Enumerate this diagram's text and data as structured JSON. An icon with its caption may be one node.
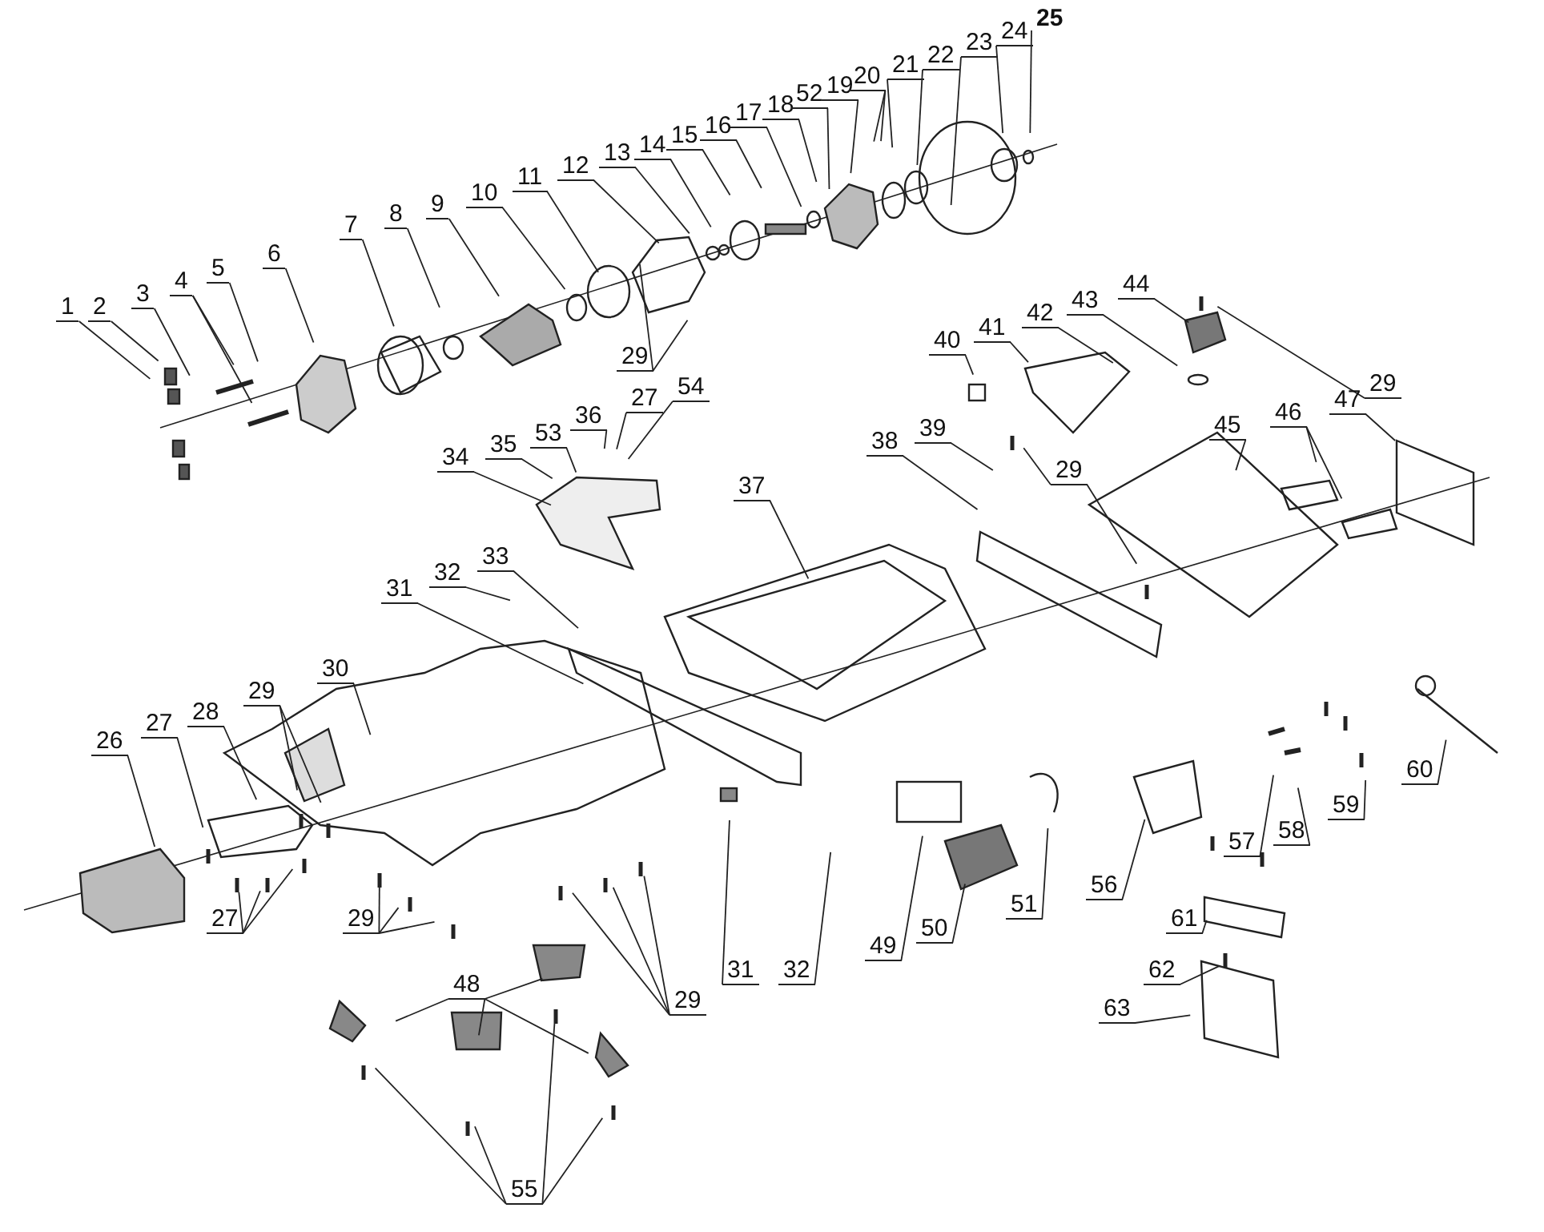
{
  "diagram": {
    "nodes": [
      {
        "text": [
          "1"
        ]
      },
      {
        "text": [
          "2"
        ]
      },
      {
        "text": [
          "3"
        ]
      },
      {
        "text": [
          "4"
        ]
      },
      {
        "text": [
          "5"
        ]
      },
      {
        "text": [
          "6"
        ]
      },
      {
        "text": [
          "7"
        ]
      },
      {
        "text": [
          "8"
        ]
      },
      {
        "text": [
          "9"
        ]
      },
      {
        "text": [
          "10"
        ]
      },
      {
        "text": [
          "11"
        ]
      },
      {
        "text": [
          "12"
        ]
      },
      {
        "text": [
          "13"
        ]
      },
      {
        "text": [
          "14"
        ]
      },
      {
        "text": [
          "15"
        ]
      },
      {
        "text": [
          "16"
        ]
      },
      {
        "text": [
          "17"
        ]
      },
      {
        "text": [
          "18"
        ]
      },
      {
        "text": [
          "52"
        ]
      },
      {
        "text": [
          "19"
        ]
      },
      {
        "text": [
          "20"
        ]
      },
      {
        "text": [
          "21"
        ]
      },
      {
        "text": [
          "22"
        ]
      },
      {
        "text": [
          "23"
        ]
      },
      {
        "text": [
          "24"
        ]
      },
      {
        "text": [
          "25"
        ]
      },
      {
        "text": [
          "29"
        ]
      },
      {
        "text": [
          "34"
        ]
      },
      {
        "text": [
          "35"
        ]
      },
      {
        "text": [
          "53"
        ]
      },
      {
        "text": [
          "36"
        ]
      },
      {
        "text": [
          "27"
        ]
      },
      {
        "text": [
          "54"
        ]
      },
      {
        "text": [
          "37"
        ]
      },
      {
        "text": [
          "40"
        ]
      },
      {
        "text": [
          "41"
        ]
      },
      {
        "text": [
          "42"
        ]
      },
      {
        "text": [
          "43"
        ]
      },
      {
        "text": [
          "44"
        ]
      },
      {
        "text": [
          "29"
        ]
      },
      {
        "text": [
          "38"
        ]
      },
      {
        "text": [
          "39"
        ]
      },
      {
        "text": [
          "29"
        ]
      },
      {
        "text": [
          "45"
        ]
      },
      {
        "text": [
          "46"
        ]
      },
      {
        "text": [
          "47"
        ]
      },
      {
        "text": [
          "31"
        ]
      },
      {
        "text": [
          "32"
        ]
      },
      {
        "text": [
          "33"
        ]
      },
      {
        "text": [
          "30"
        ]
      },
      {
        "text": [
          "29"
        ]
      },
      {
        "text": [
          "28"
        ]
      },
      {
        "text": [
          "27"
        ]
      },
      {
        "text": [
          "26"
        ]
      },
      {
        "text": [
          "27"
        ]
      },
      {
        "text": [
          "29"
        ]
      },
      {
        "text": [
          "31"
        ]
      },
      {
        "text": [
          "32"
        ]
      },
      {
        "text": [
          "29"
        ]
      },
      {
        "text": [
          "48"
        ]
      },
      {
        "text": [
          "55"
        ]
      },
      {
        "text": [
          "49"
        ]
      },
      {
        "text": [
          "50"
        ]
      },
      {
        "text": [
          "51"
        ]
      },
      {
        "text": [
          "56"
        ]
      },
      {
        "text": [
          "57"
        ]
      },
      {
        "text": [
          "58"
        ]
      },
      {
        "text": [
          "59"
        ]
      },
      {
        "text": [
          "60"
        ]
      },
      {
        "text": [
          "61"
        ]
      },
      {
        "text": [
          "62"
        ]
      },
      {
        "text": [
          "63"
        ]
      }
    ],
    "edges": [
      {
        "from": 0,
        "to": null,
        "arrow": "none"
      },
      {
        "from": 1,
        "to": null,
        "arrow": "none"
      },
      {
        "from": 2,
        "to": null,
        "arrow": "none"
      },
      {
        "from": 3,
        "to": null,
        "arrow": "none"
      },
      {
        "from": 3,
        "to": null,
        "arrow": "none"
      },
      {
        "from": 4,
        "to": null,
        "arrow": "none"
      },
      {
        "from": 5,
        "to": null,
        "arrow": "none"
      },
      {
        "from": 6,
        "to": null,
        "arrow": "none"
      },
      {
        "from": 7,
        "to": null,
        "arrow": "none"
      },
      {
        "from": 8,
        "to": null,
        "arrow": "none"
      },
      {
        "from": 9,
        "to": null,
        "arrow": "none"
      },
      {
        "from": 10,
        "to": null,
        "arrow": "none"
      },
      {
        "from": 11,
        "to": null,
        "arrow": "none"
      },
      {
        "from": 12,
        "to": null,
        "arrow": "none"
      },
      {
        "from": 13,
        "to": null,
        "arrow": "none"
      },
      {
        "from": 14,
        "to": null,
        "arrow": "none"
      },
      {
        "from": 15,
        "to": null,
        "arrow": "none"
      },
      {
        "from": 16,
        "to": null,
        "arrow": "none"
      },
      {
        "from": 17,
        "to": null,
        "arrow": "none"
      },
      {
        "from": 18,
        "to": null,
        "arrow": "none"
      },
      {
        "from": 19,
        "to": null,
        "arrow": "none"
      },
      {
        "from": 20,
        "to": null,
        "arrow": "none"
      },
      {
        "from": 20,
        "to": null,
        "arrow": "none"
      },
      {
        "from": 21,
        "to": null,
        "arrow": "none"
      },
      {
        "from": 22,
        "to": null,
        "arrow": "none"
      },
      {
        "from": 23,
        "to": null,
        "arrow": "none"
      },
      {
        "from": 24,
        "to": null,
        "arrow": "none"
      },
      {
        "from": 25,
        "to": null,
        "arrow": "none"
      },
      {
        "from": 26,
        "to": null,
        "arrow": "none"
      },
      {
        "from": 26,
        "to": null,
        "arrow": "none"
      },
      {
        "from": 27,
        "to": null,
        "arrow": "none"
      },
      {
        "from": 28,
        "to": null,
        "arrow": "none"
      },
      {
        "from": 29,
        "to": null,
        "arrow": "none"
      },
      {
        "from": 30,
        "to": null,
        "arrow": "none"
      },
      {
        "from": 31,
        "to": null,
        "arrow": "none"
      },
      {
        "from": 32,
        "to": null,
        "arrow": "none"
      },
      {
        "from": 33,
        "to": null,
        "arrow": "none"
      },
      {
        "from": 34,
        "to": null,
        "arrow": "none"
      },
      {
        "from": 35,
        "to": null,
        "arrow": "none"
      },
      {
        "from": 36,
        "to": null,
        "arrow": "none"
      },
      {
        "from": 37,
        "to": null,
        "arrow": "none"
      },
      {
        "from": 38,
        "to": null,
        "arrow": "none"
      },
      {
        "from": 39,
        "to": null,
        "arrow": "none"
      },
      {
        "from": 40,
        "to": null,
        "arrow": "none"
      },
      {
        "from": 41,
        "to": null,
        "arrow": "none"
      },
      {
        "from": 42,
        "to": null,
        "arrow": "none"
      },
      {
        "from": 42,
        "to": null,
        "arrow": "none"
      },
      {
        "from": 43,
        "to": null,
        "arrow": "none"
      },
      {
        "from": 44,
        "to": null,
        "arrow": "none"
      },
      {
        "from": 44,
        "to": null,
        "arrow": "none"
      },
      {
        "from": 45,
        "to": null,
        "arrow": "none"
      },
      {
        "from": 46,
        "to": null,
        "arrow": "none"
      },
      {
        "from": 47,
        "to": null,
        "arrow": "none"
      },
      {
        "from": 48,
        "to": null,
        "arrow": "none"
      },
      {
        "from": 49,
        "to": null,
        "arrow": "none"
      },
      {
        "from": 50,
        "to": null,
        "arrow": "none"
      },
      {
        "from": 50,
        "to": null,
        "arrow": "none"
      },
      {
        "from": 51,
        "to": null,
        "arrow": "none"
      },
      {
        "from": 52,
        "to": null,
        "arrow": "none"
      },
      {
        "from": 53,
        "to": null,
        "arrow": "none"
      },
      {
        "from": 54,
        "to": null,
        "arrow": "none"
      },
      {
        "from": 54,
        "to": null,
        "arrow": "none"
      },
      {
        "from": 54,
        "to": null,
        "arrow": "none"
      },
      {
        "from": 55,
        "to": null,
        "arrow": "none"
      },
      {
        "from": 55,
        "to": null,
        "arrow": "none"
      },
      {
        "from": 55,
        "to": null,
        "arrow": "none"
      },
      {
        "from": 56,
        "to": null,
        "arrow": "none"
      },
      {
        "from": 57,
        "to": null,
        "arrow": "none"
      },
      {
        "from": 58,
        "to": null,
        "arrow": "none"
      },
      {
        "from": 58,
        "to": null,
        "arrow": "none"
      },
      {
        "from": 58,
        "to": null,
        "arrow": "none"
      },
      {
        "from": 59,
        "to": null,
        "arrow": "none"
      },
      {
        "from": 59,
        "to": null,
        "arrow": "none"
      },
      {
        "from": 59,
        "to": null,
        "arrow": "none"
      },
      {
        "from": 59,
        "to": null,
        "arrow": "none"
      },
      {
        "from": 60,
        "to": null,
        "arrow": "none"
      },
      {
        "from": 60,
        "to": null,
        "arrow": "none"
      },
      {
        "from": 60,
        "to": null,
        "arrow": "none"
      },
      {
        "from": 60,
        "to": null,
        "arrow": "none"
      },
      {
        "from": 61,
        "to": null,
        "arrow": "none"
      },
      {
        "from": 62,
        "to": null,
        "arrow": "none"
      },
      {
        "from": 63,
        "to": null,
        "arrow": "none"
      },
      {
        "from": 64,
        "to": null,
        "arrow": "none"
      },
      {
        "from": 65,
        "to": null,
        "arrow": "none"
      },
      {
        "from": 66,
        "to": null,
        "arrow": "none"
      },
      {
        "from": 67,
        "to": null,
        "arrow": "none"
      },
      {
        "from": 68,
        "to": null,
        "arrow": "none"
      },
      {
        "from": 69,
        "to": null,
        "arrow": "none"
      },
      {
        "from": 70,
        "to": null,
        "arrow": "none"
      },
      {
        "from": 71,
        "to": null,
        "arrow": "none"
      }
    ]
  }
}
